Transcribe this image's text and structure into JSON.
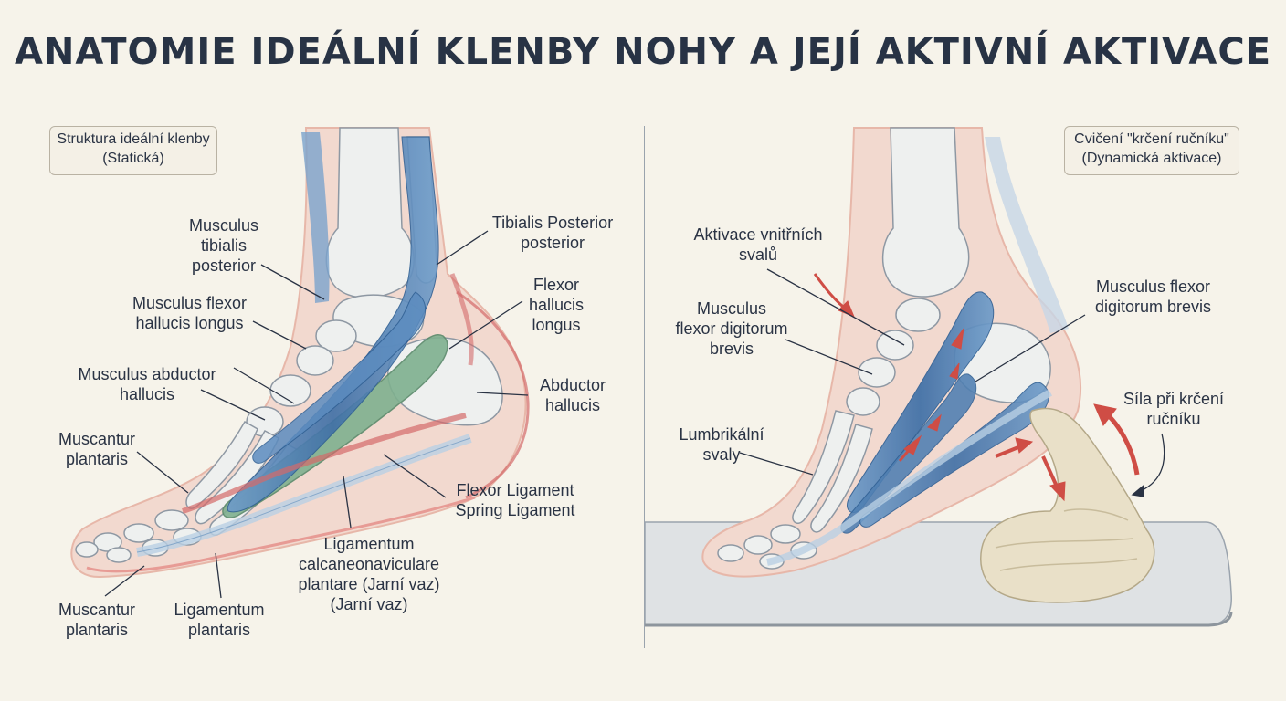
{
  "title": "ANATOMIE IDEÁLNÍ KLENBY NOHY A JEJÍ AKTIVNÍ AKTIVACE",
  "left_panel": {
    "caption": [
      "Struktura ideální klenby",
      "(Statická)"
    ],
    "labels": {
      "tibialis_posterior": [
        "Musculus",
        "tibialis",
        "posterior"
      ],
      "flexor_hallucis_longus": [
        "Musculus flexor",
        "hallucis longus"
      ],
      "abductor_hallucis": [
        "Musculus abductor",
        "hallucis"
      ],
      "muscantur_plantaris_top": [
        "Muscantur",
        "plantaris"
      ],
      "muscantur_plantaris_bottom": [
        "Muscantur",
        "plantaris"
      ],
      "ligamentum_plantaris": [
        "Ligamentum",
        "plantaris"
      ],
      "ligamentum_calcaneonaviculare": [
        "Ligamentum",
        "calcaneonaviculare",
        "plantare (Jarní vaz)",
        "(Jarní vaz)"
      ],
      "flexor_spring_ligament": [
        "Flexor Ligament",
        "Spring Ligament"
      ],
      "abductor_hallucis_right": [
        "Abductor",
        "hallucis"
      ],
      "flexor_hallucis_longus_right": [
        "Flexor",
        "hallucis",
        "longus"
      ],
      "tibialis_posterior_right": [
        "Tibialis Posterior",
        "posterior"
      ]
    }
  },
  "right_panel": {
    "caption": [
      "Cvičení \"krčení ručníku\"",
      "(Dynamická aktivace)"
    ],
    "labels": {
      "aktivace": [
        "Aktivace vnitřních",
        "svalů"
      ],
      "flexor_digitorum_left": [
        "Musculus",
        "flexor digitorum",
        "brevis"
      ],
      "lumbrikalni": [
        "Lumbrikální",
        "svaly"
      ],
      "flexor_digitorum_right": [
        "Musculus flexor",
        "digitorum brevis"
      ],
      "sila": [
        "Síla při krčení",
        "ručníku"
      ]
    }
  },
  "colors": {
    "background": "#f6f3ea",
    "tendon_blue": "#4f7fb2",
    "muscle_green": "#7fb08f",
    "ligament_red": "#d46a6a",
    "skin": "#f2d9cf",
    "bone": "#eef0ef",
    "towel": "#e9e0c8",
    "mat": "#dfe2e4",
    "arrow_red": "#cf4d45"
  }
}
